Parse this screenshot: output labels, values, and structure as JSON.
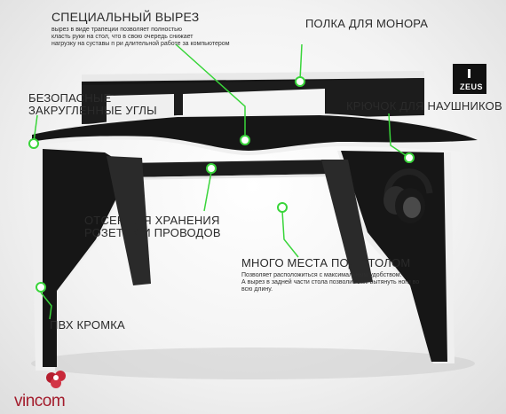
{
  "labels": {
    "cutout_title": "СПЕЦИАЛЬНЫЙ ВЫРЕЗ",
    "cutout_desc_1": "вырез в виде трапеции позволяет полностью",
    "cutout_desc_2": "класть руки на стол, что в свою очередь снижает",
    "cutout_desc_3": "нагрузку на суставы п ри длительной работе за компьютером",
    "monitor_shelf": "ПОЛКА ДЛЯ МОНОРА",
    "safe_corners_1": "БЕЗОПАСНЫЕ",
    "safe_corners_2": "ЗАКРУГЛЕННЫЕ УГЛЫ",
    "headphone_hook": "КРЮЧОК ДЛЯ НАУШНИКОВ",
    "storage_1": "ОТСЕК ДЛЯ ХРАНЕНИЯ",
    "storage_2": "РОЗЕТОК И ПРОВОДОВ",
    "legroom_title": "МНОГО МЕСТА ПОД СТОЛОМ",
    "legroom_desc_1": "Позволяет расположиться с максимальным удобством.",
    "legroom_desc_2": "А вырез в задней части стола позволит вам вытянуть ноги во",
    "legroom_desc_3": "всю длину.",
    "pvc_edge": "ПВХ КРОМКА"
  },
  "logo_text": "ZEUS",
  "brand_text": "vincom",
  "colors": {
    "accent": "#39d53a",
    "desk_black": "#161616",
    "desk_edge": "#f2f2f2",
    "brand": "#a31c2c"
  }
}
